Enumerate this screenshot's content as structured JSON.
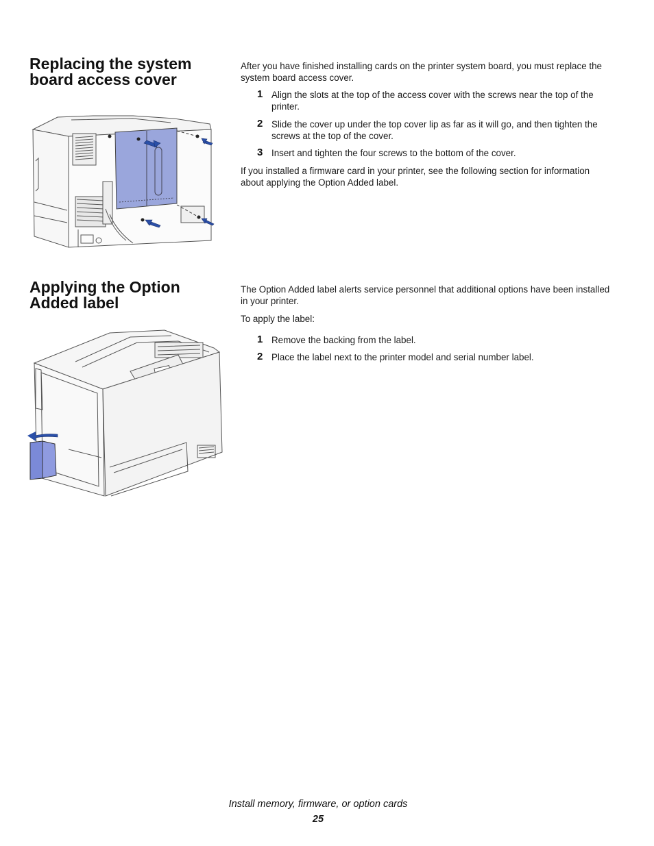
{
  "section1": {
    "title_line1": "Replacing the system",
    "title_line2": "board access cover",
    "intro": "After you have finished installing cards on the printer system board, you must replace the system board access cover.",
    "steps": [
      {
        "num": "1",
        "text": "Align the slots at the top of the access cover with the screws near the top of the printer."
      },
      {
        "num": "2",
        "text": "Slide the cover up under the top cover lip as far as it will go, and then tighten the screws at the top of the cover."
      },
      {
        "num": "3",
        "text": "Insert and tighten the four screws to the bottom of the cover."
      }
    ],
    "outro": "If you installed a firmware card in your printer, see the following section for information about applying the Option Added label."
  },
  "section2": {
    "title_line1": "Applying the Option",
    "title_line2": "Added label",
    "intro": "The Option Added label alerts service personnel that additional options have been installed in your printer.",
    "lead": "To apply the label:",
    "steps": [
      {
        "num": "1",
        "text": "Remove the backing from the label."
      },
      {
        "num": "2",
        "text": "Place the label next to the printer model and serial number label."
      }
    ]
  },
  "footer": {
    "chapter": "Install memory, firmware, or option cards",
    "page": "25"
  },
  "colors": {
    "accent_cover": "#9aa6dc",
    "arrow_blue": "#2a4fa8",
    "line_art": "#555555"
  },
  "icons": {
    "figure1": "printer-system-board-cover-illustration",
    "figure2": "printer-front-door-illustration"
  }
}
